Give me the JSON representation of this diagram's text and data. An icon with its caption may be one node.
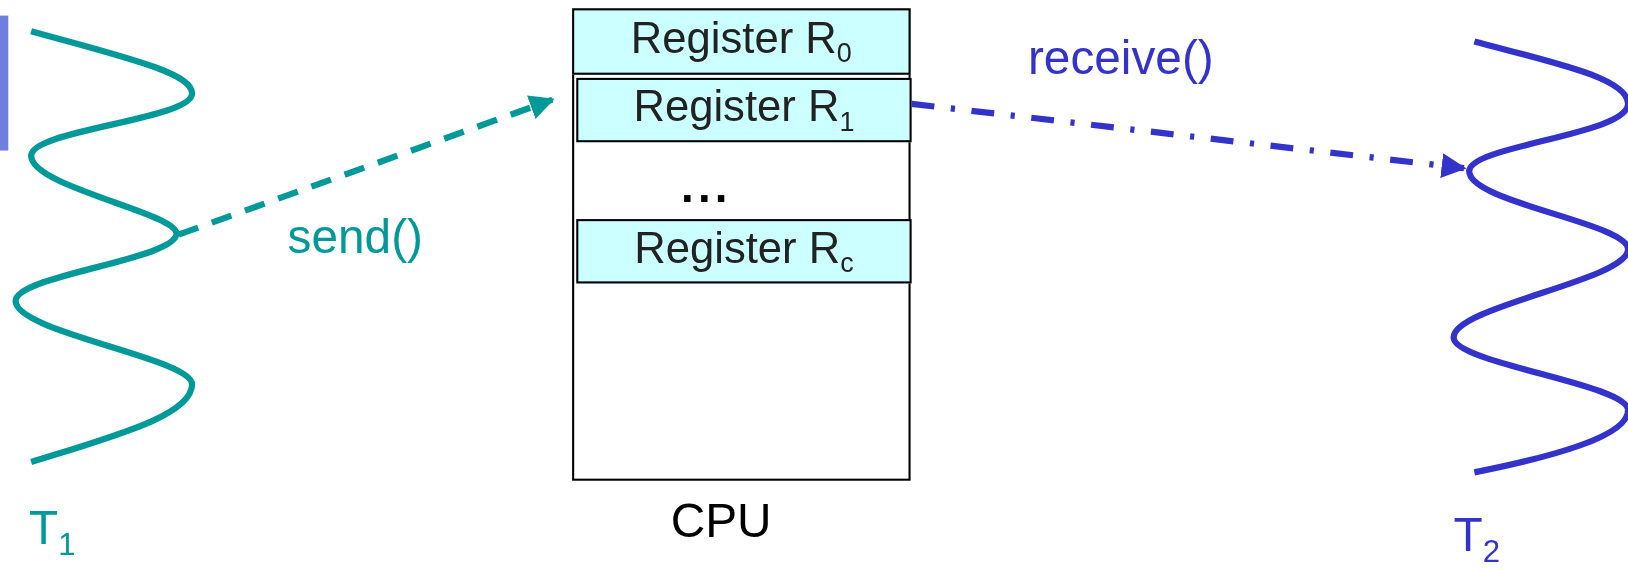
{
  "diagram": {
    "nodes": [
      {
        "text": [
          "T$_{1}$"
        ]
      },
      {
        "text": [
          "CPU"
        ]
      },
      {
        "text": [
          "Register R$_{0}$"
        ],
        "in": 1
      },
      {
        "text": [
          "Register R$_{1}$"
        ],
        "in": 1
      },
      {
        "text": [
          "Register R$_{c}$"
        ],
        "in": 1
      },
      {
        "text": [
          "T$_{2}$"
        ]
      }
    ],
    "edges": [
      {
        "from": 0,
        "to": 3,
        "arrow": "to",
        "label": "send()",
        "style": "dashed",
        "color": "#009999"
      },
      {
        "from": 3,
        "to": 5,
        "arrow": "to",
        "label": "receive()",
        "style": "dashed",
        "color": "#3333cc"
      }
    ],
    "labels": [
      "..."
    ]
  }
}
